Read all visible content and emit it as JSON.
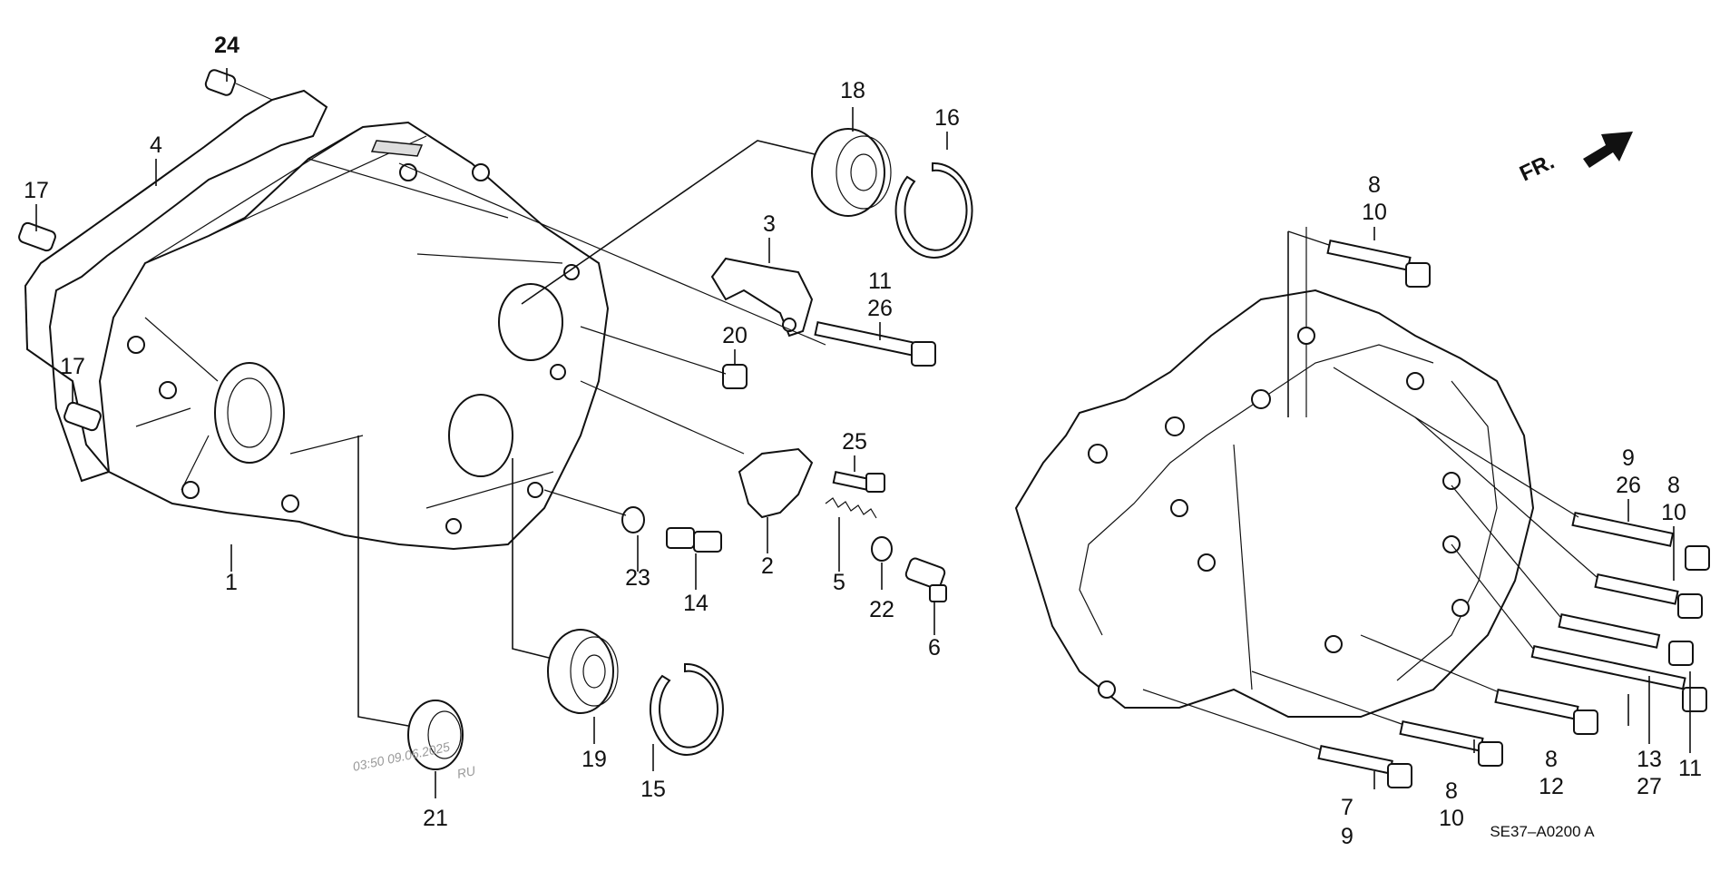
{
  "labels": {
    "p24": "24",
    "p4": "4",
    "p17a": "17",
    "p17b": "17",
    "p1": "1",
    "p18": "18",
    "p16": "16",
    "p3": "3",
    "p11a": "11",
    "p26a": "26",
    "p20": "20",
    "p25": "25",
    "p2": "2",
    "p5": "5",
    "p22": "22",
    "p6": "6",
    "p23": "23",
    "p14": "14",
    "p19": "19",
    "p15": "15",
    "p21": "21",
    "p8a": "8",
    "p10a": "10",
    "p9a": "9",
    "p26b": "26",
    "p8b": "8",
    "p10b": "10",
    "p13": "13",
    "p27": "27",
    "p11b": "11",
    "p8c": "8",
    "p12": "12",
    "p8d": "8",
    "p10c": "10",
    "p7": "7",
    "p9b": "9"
  },
  "fr_label": "FR.",
  "diagram_code": "SE37–A0200 A",
  "watermark": {
    "line1": "03:50 09.06.2025",
    "line2": "RU"
  }
}
